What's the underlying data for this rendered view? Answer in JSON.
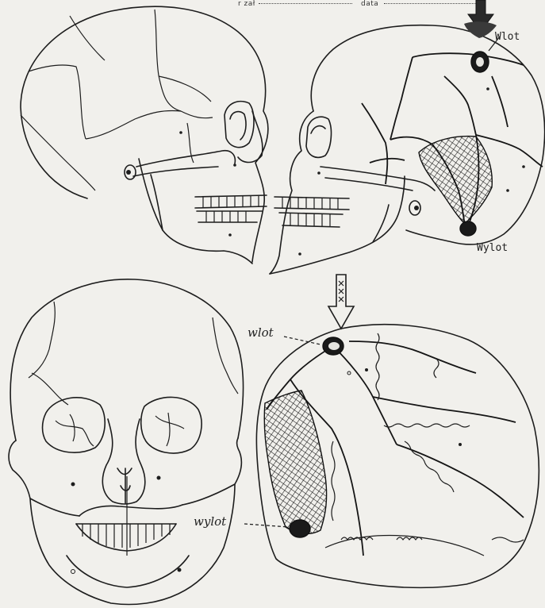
{
  "header": {
    "field_left_label": "r zał",
    "field_right_label": "data"
  },
  "labels": {
    "top_right_entry": "Wlot",
    "top_right_exit": "Wylot",
    "bottom_entry": "wlot",
    "bottom_exit": "wylot"
  },
  "colors": {
    "paper": "#f1f0ec",
    "ink": "#1d1d1d"
  },
  "figures": [
    {
      "view": "skull-lateral-left",
      "annotated": false
    },
    {
      "view": "skull-lateral-right",
      "annotated": true
    },
    {
      "view": "skull-frontal",
      "annotated": false
    },
    {
      "view": "skull-posterior-oblique",
      "annotated": true
    }
  ]
}
